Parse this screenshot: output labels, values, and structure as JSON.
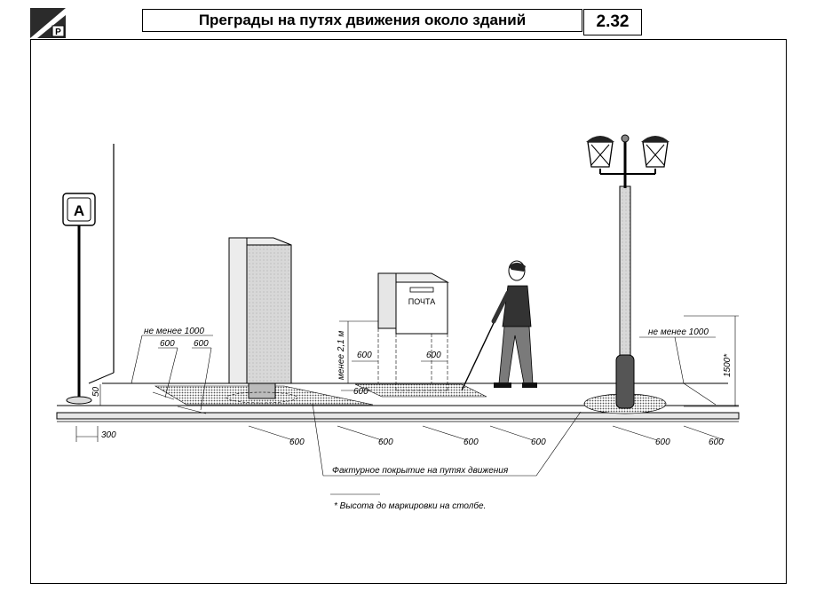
{
  "header": {
    "title": "Преграды на путях движения около зданий",
    "number": "2.32",
    "logo_letter": "Р"
  },
  "scene": {
    "sign_letter": "А",
    "mailbox_label": "ПОЧТА",
    "labels": {
      "min_1000_left": "не менее 1000",
      "dim_600_a": "600",
      "dim_600_b": "600",
      "dim_50": "50",
      "dim_300": "300",
      "dim_600_g1": "600",
      "dim_600_g2": "600",
      "dim_600_g3": "600",
      "dim_600_g4": "600",
      "dim_600_g5": "600",
      "dim_600_g6": "600",
      "height_2_1": "менее 2,1 м",
      "dim_600_mb1": "600",
      "dim_600_mb2": "600",
      "dim_600_mb3": "600",
      "min_1000_right": "не менее 1000",
      "dim_1500": "1500*",
      "texture_caption": "Фактурное покрытие на путях движения",
      "footnote": "* Высота до маркировки на столбе."
    }
  }
}
